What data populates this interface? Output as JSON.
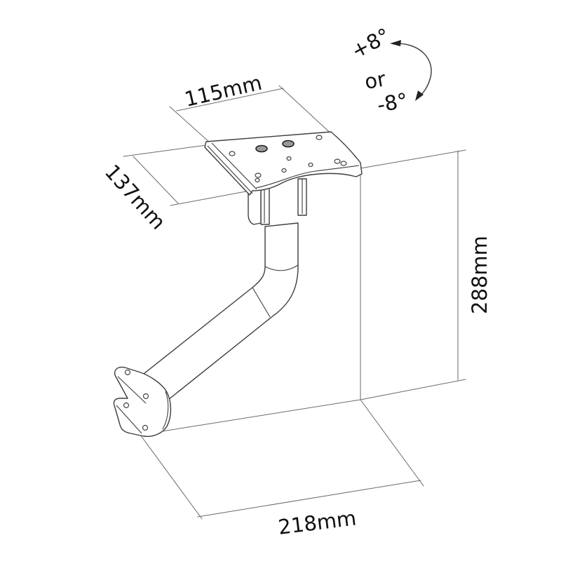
{
  "diagram": {
    "subject": "Ceiling/under-desk monitor mount bracket with curved arm",
    "dimensions": {
      "plate_width": "115mm",
      "plate_depth": "137mm",
      "height": "288mm",
      "reach": "218mm"
    },
    "tilt": {
      "plus": "+8°",
      "connector": "or",
      "minus": "-8°"
    },
    "icons": {
      "tilt_arrow": "curved-double-arrow-icon"
    },
    "colors": {
      "line": "#555555",
      "text": "#111111",
      "background": "#ffffff"
    }
  }
}
